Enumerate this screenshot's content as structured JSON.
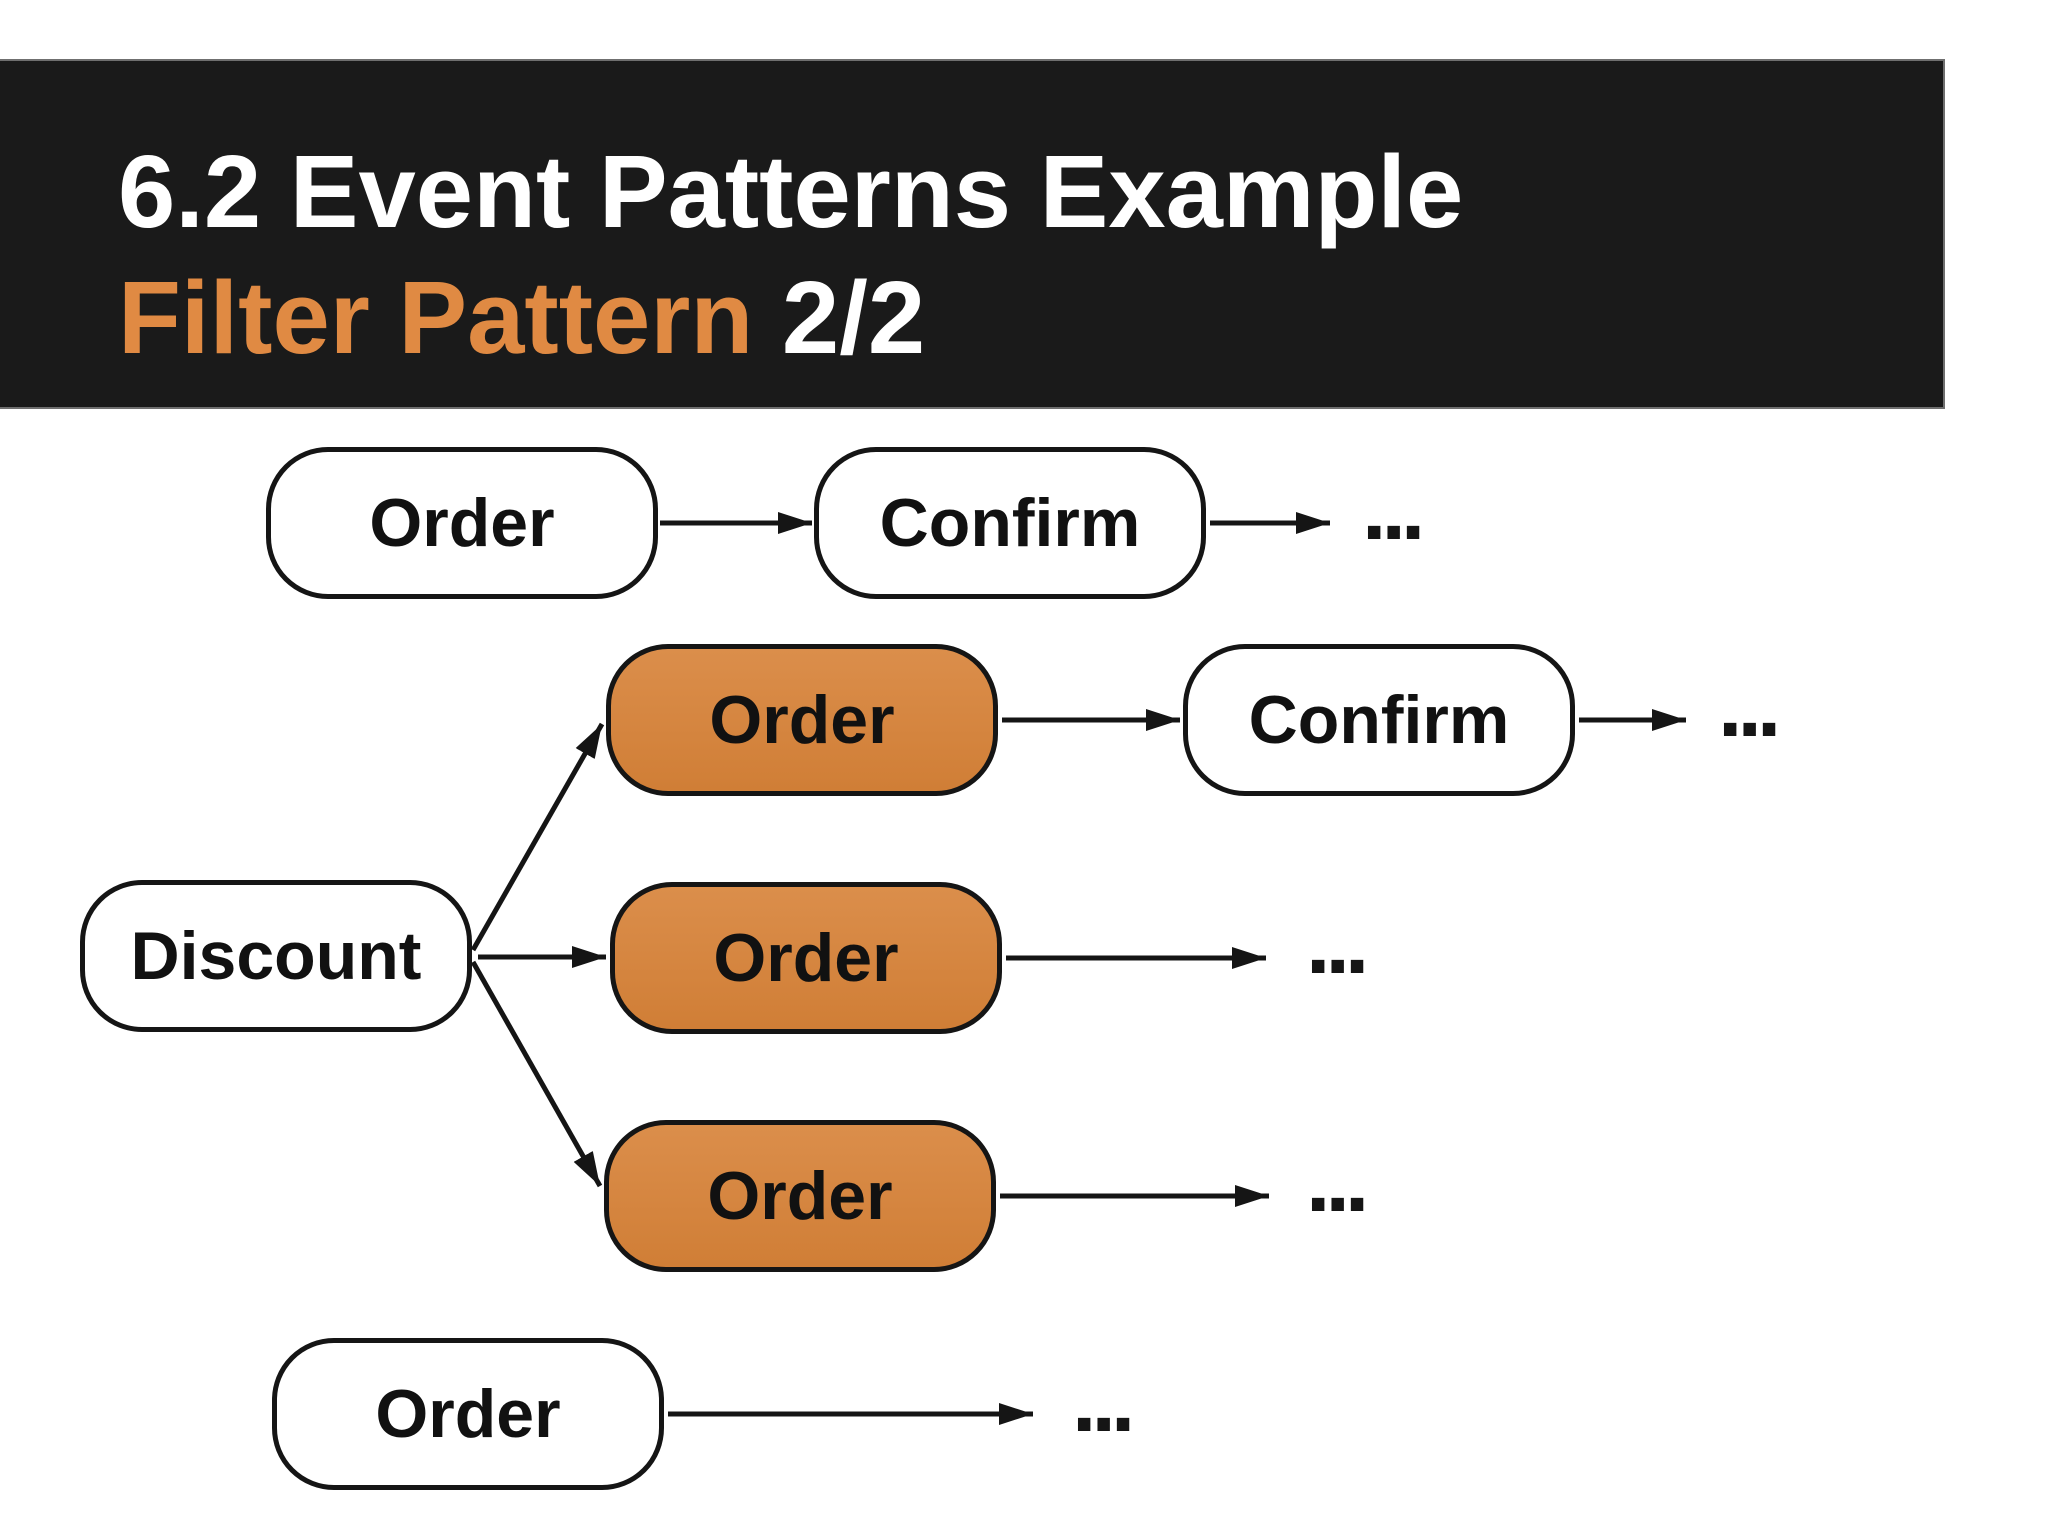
{
  "slide": {
    "title_line1": "6.2 Event Patterns Example",
    "title_line2_highlight": "Filter Pattern",
    "title_line2_rest": " 2/2",
    "colors": {
      "band_background": "#1a1a1a",
      "title_text": "#ffffff",
      "title_accent_orange": "#e08a43",
      "node_orange_fill": "#d6873f",
      "node_white_fill": "#ffffff",
      "node_border": "#151515",
      "arrow": "#151515"
    }
  },
  "diagram": {
    "nodes": [
      {
        "id": "order-1",
        "label": "Order",
        "variant": "white"
      },
      {
        "id": "confirm-1",
        "label": "Confirm",
        "variant": "white"
      },
      {
        "id": "order-2",
        "label": "Order",
        "variant": "orange"
      },
      {
        "id": "confirm-2",
        "label": "Confirm",
        "variant": "white"
      },
      {
        "id": "discount",
        "label": "Discount",
        "variant": "white"
      },
      {
        "id": "order-3",
        "label": "Order",
        "variant": "orange"
      },
      {
        "id": "order-4",
        "label": "Order",
        "variant": "orange"
      },
      {
        "id": "order-5",
        "label": "Order",
        "variant": "white"
      }
    ],
    "ellipsis": "..."
  }
}
